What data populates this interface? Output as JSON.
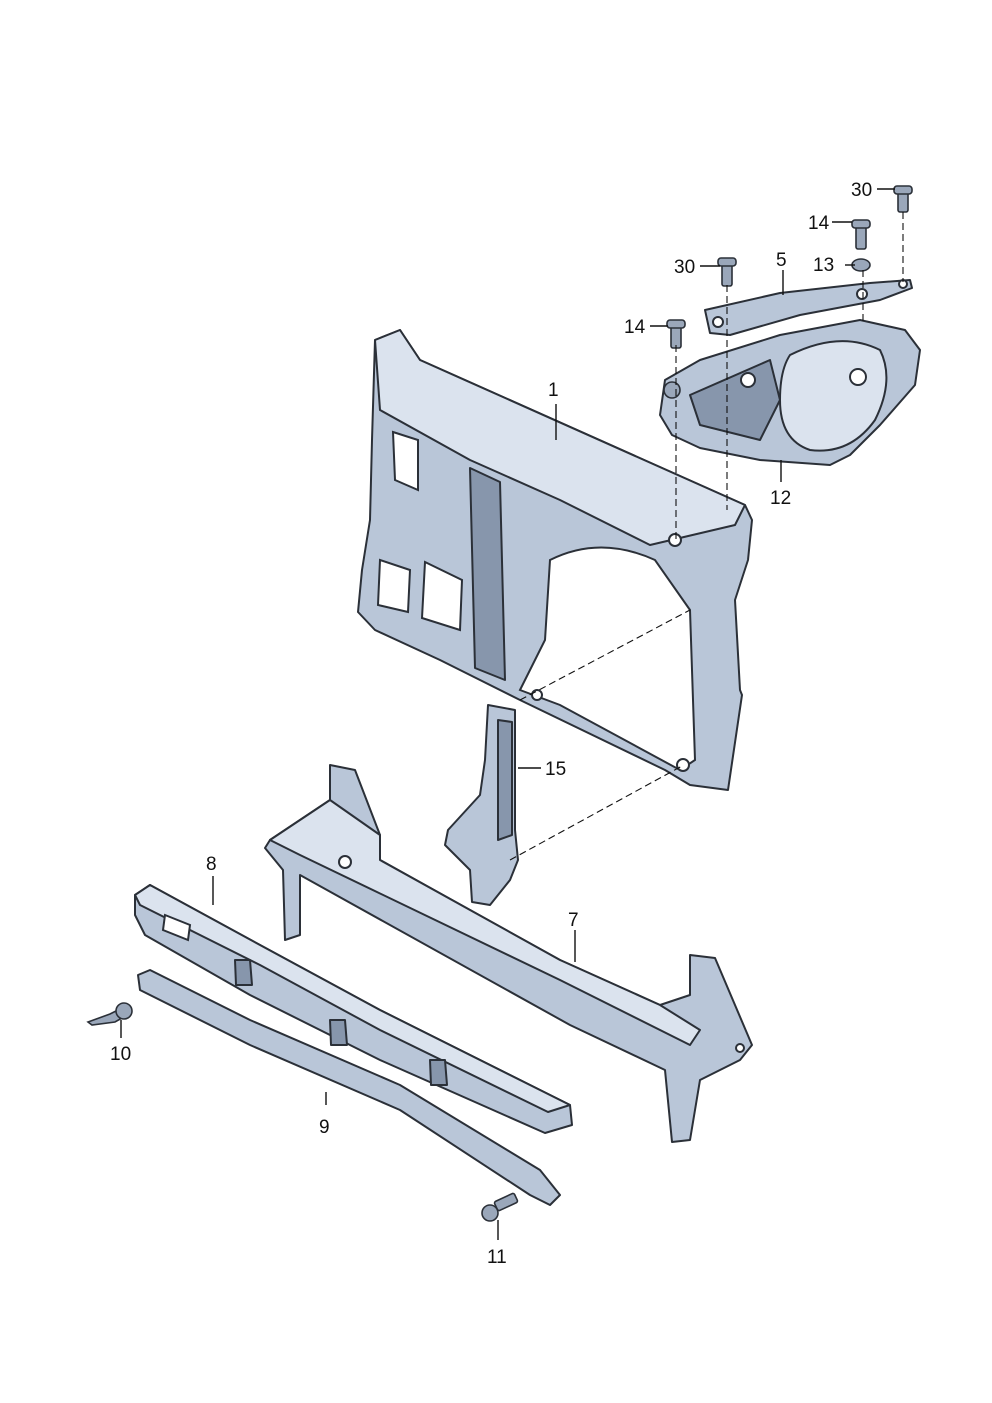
{
  "callouts": [
    {
      "key": "c1",
      "text": "1"
    },
    {
      "key": "c5",
      "text": "5"
    },
    {
      "key": "c7",
      "text": "7"
    },
    {
      "key": "c8",
      "text": "8"
    },
    {
      "key": "c9",
      "text": "9"
    },
    {
      "key": "c10",
      "text": "10"
    },
    {
      "key": "c11",
      "text": "11"
    },
    {
      "key": "c12",
      "text": "12"
    },
    {
      "key": "c13",
      "text": "13"
    },
    {
      "key": "c14a",
      "text": "14"
    },
    {
      "key": "c14b",
      "text": "14"
    },
    {
      "key": "c15",
      "text": "15"
    },
    {
      "key": "c30a",
      "text": "30"
    },
    {
      "key": "c30b",
      "text": "30"
    }
  ],
  "colors": {
    "part_fill": "#b9c6d8",
    "part_shade": "#8796ac",
    "outline": "#2b3038",
    "background": "#ffffff"
  }
}
